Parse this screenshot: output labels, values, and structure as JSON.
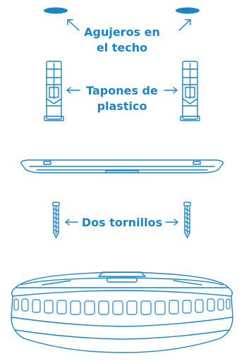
{
  "labels": {
    "holes_line1": "Agujeros en",
    "holes_line2": "el techo",
    "plugs_line1": "Tapones de",
    "plugs_line2": "plastico",
    "screws": "Dos tornillos"
  },
  "colors": {
    "accent": "#1a84c7",
    "line": "#1a84c7",
    "background": "#ffffff"
  },
  "icons": [
    "ceiling-hole-icon",
    "wall-plug-icon",
    "mounting-plate-icon",
    "screw-icon",
    "smoke-alarm-icon"
  ]
}
